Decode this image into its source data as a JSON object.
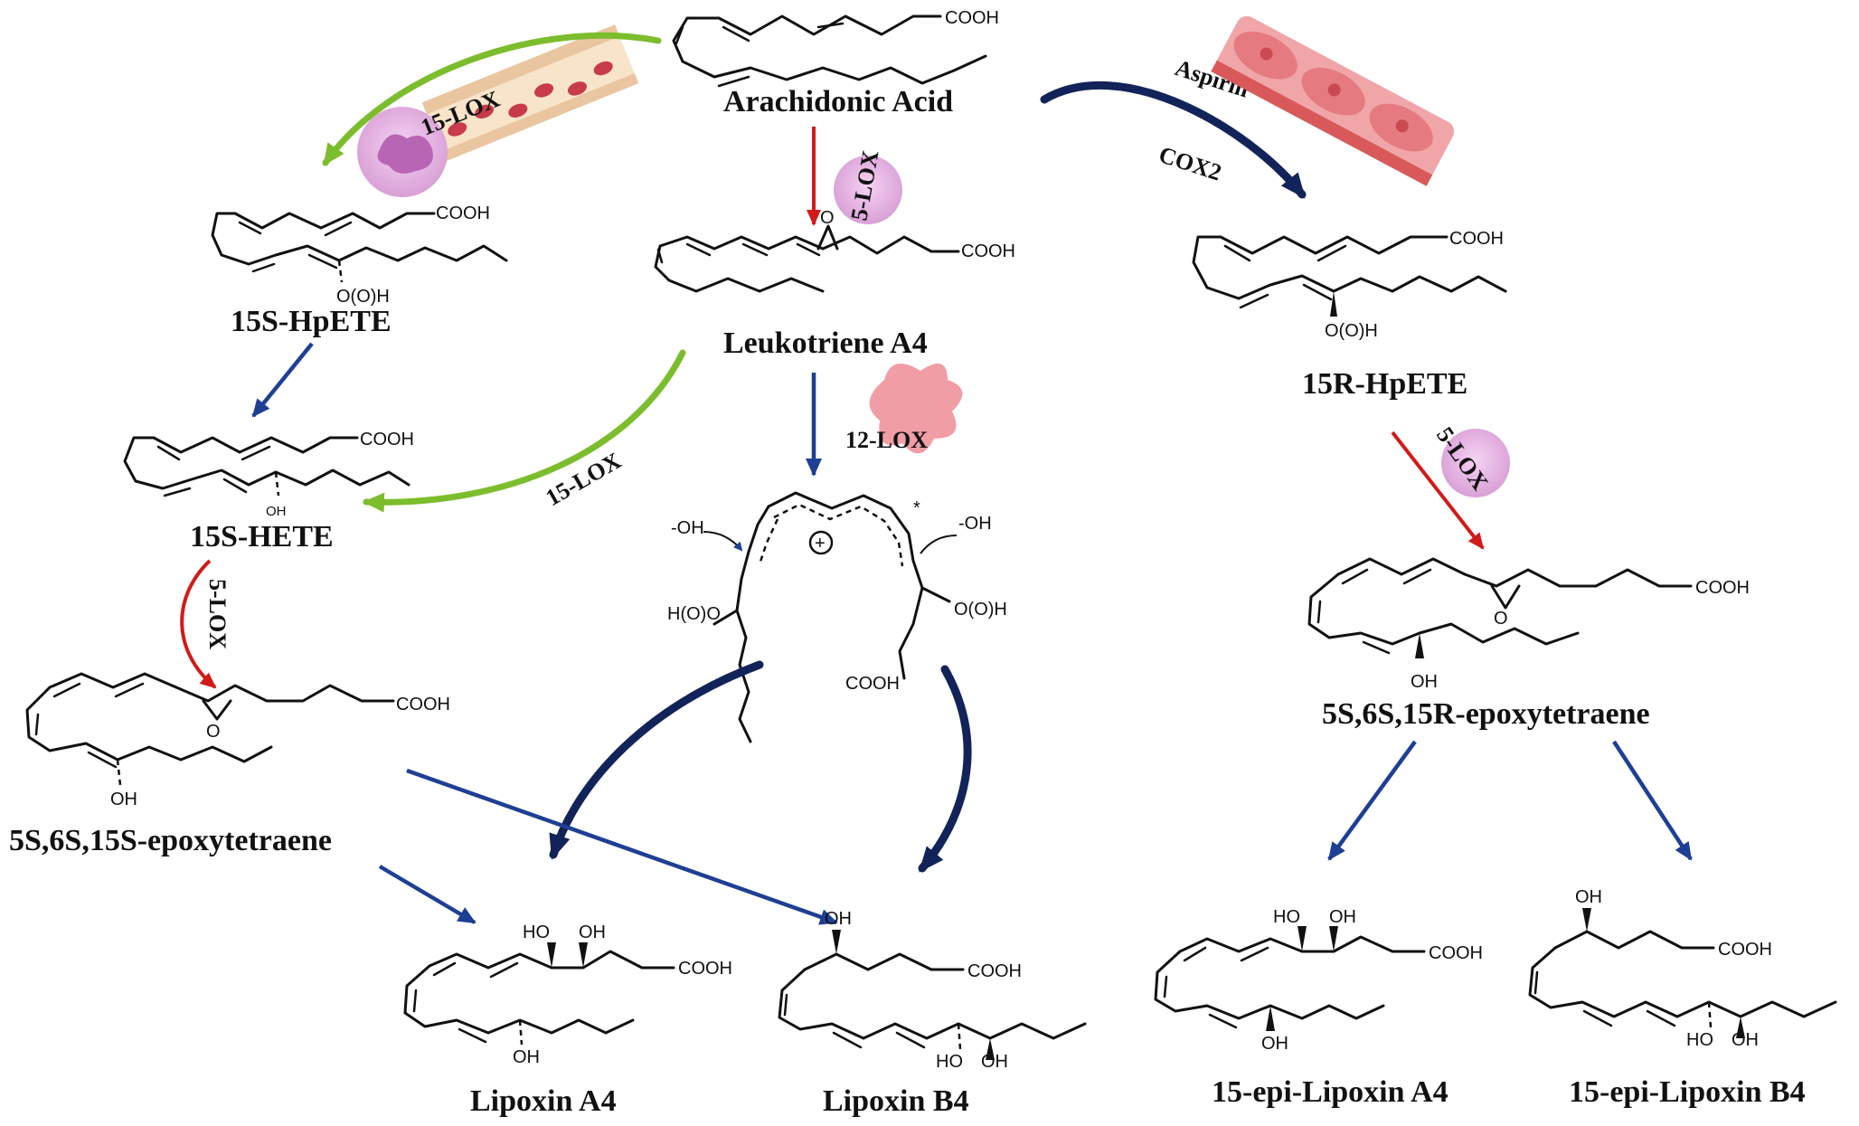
{
  "compounds": {
    "arachidonic_acid": {
      "name": "Arachidonic Acid",
      "acid": "COOH"
    },
    "hpete_15s": {
      "name": "15S-HpETE",
      "acid": "COOH",
      "sub": "O(O)H"
    },
    "ltA4": {
      "name": "Leukotriene A4",
      "acid": "COOH",
      "epox": "O"
    },
    "hpete_15r": {
      "name": "15R-HpETE",
      "acid": "COOH",
      "sub": "O(O)H"
    },
    "hete_15s": {
      "name": "15S-HETE",
      "acid": "COOH",
      "sub": "OH"
    },
    "intermediate": {
      "oh_left": "-OH",
      "oh_right": "-OH",
      "star": "*",
      "sub_left": "H(O)O",
      "sub_right": "O(O)H",
      "acid": "COOH",
      "plus": "+"
    },
    "epoxy_15s": {
      "name": "5S,6S,15S-epoxytetraene",
      "acid": "COOH",
      "epox": "O",
      "sub": "OH"
    },
    "epoxy_15r": {
      "name": "5S,6S,15R-epoxytetraene",
      "acid": "COOH",
      "epox": "O",
      "sub": "OH"
    },
    "lxa4": {
      "name": "Lipoxin A4",
      "acid": "COOH",
      "oh1": "HO",
      "oh2": "OH",
      "oh3": "OH"
    },
    "lxb4": {
      "name": "Lipoxin B4",
      "acid": "COOH",
      "oh1": "OH",
      "oh2": "HO",
      "oh3": "OH"
    },
    "epi_lxa4": {
      "name": "15-epi-Lipoxin A4",
      "acid": "COOH",
      "oh1": "HO",
      "oh2": "OH",
      "oh3": "OH"
    },
    "epi_lxb4": {
      "name": "15-epi-Lipoxin B4",
      "acid": "COOH",
      "oh1": "OH",
      "oh2": "HO",
      "oh3": "OH"
    }
  },
  "enzymes": {
    "lox15_top": "15-LOX",
    "lox5_top": "5-LOX",
    "aspirin": "Aspirin",
    "cox2": "COX2",
    "lox12": "12-LOX",
    "lox15_mid": "15-LOX",
    "lox5_left": "5-LOX",
    "lox5_right": "5-LOX"
  },
  "colors": {
    "arrow_blue": "#1e3f94",
    "arrow_red": "#d11a1a",
    "arrow_green": "#7cbd2d",
    "arrow_navy": "#12235a",
    "cell_pink": "#e6b4e3",
    "vessel_red": "#d9595a",
    "platelet_pink": "#f0a6a9"
  }
}
